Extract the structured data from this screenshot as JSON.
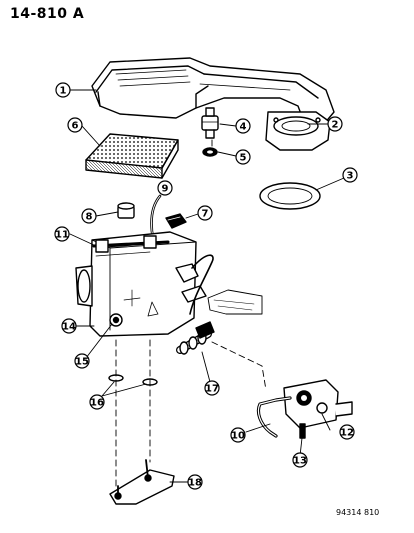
{
  "header": {
    "title": "14-810 A"
  },
  "footer": {
    "figure_code": "94314 810"
  },
  "callouts": [
    "1",
    "2",
    "3",
    "4",
    "5",
    "6",
    "7",
    "8",
    "9",
    "10",
    "11",
    "12",
    "13",
    "14",
    "15",
    "16",
    "17",
    "18"
  ]
}
